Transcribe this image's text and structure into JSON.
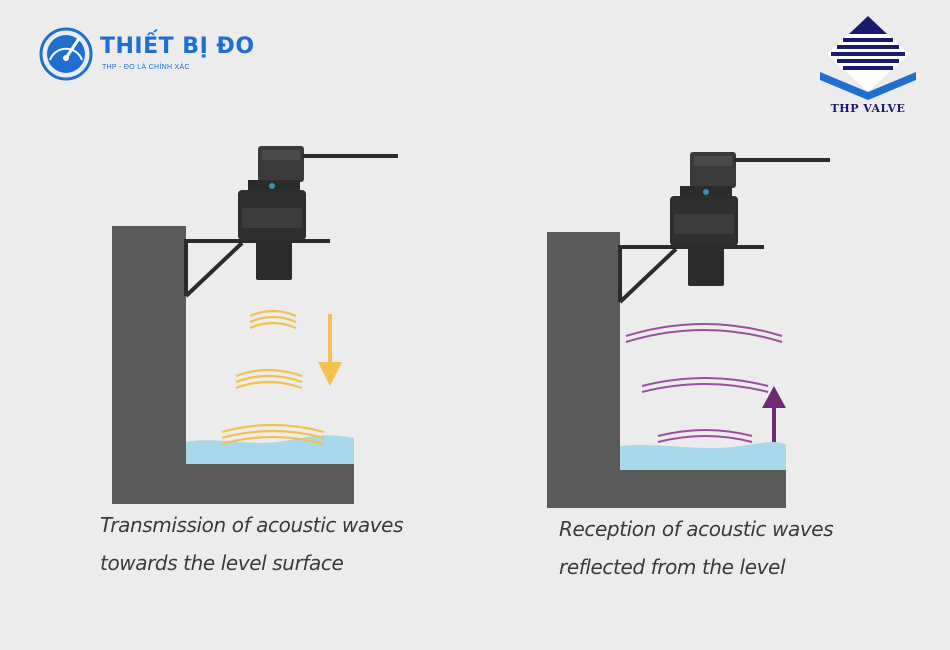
{
  "logo_left": {
    "brand": "THIẾT BỊ ĐO",
    "tagline": "THP - ĐO LÀ CHÍNH XÁC",
    "icon": "gauge-icon",
    "color": "#1f6fd0"
  },
  "logo_right": {
    "text": "THP VALVE",
    "icon": "diamond-stripes-icon",
    "color": "#1a1a6e"
  },
  "colors": {
    "wall": "#5a5a5a",
    "water": "#a8d8ea",
    "transmit_wave": "#f2c14e",
    "transmit_arrow": "#f2c14e",
    "receive_wave": "#9b4f9e",
    "receive_arrow": "#6e2a72",
    "sensor": "#2b2b2b"
  },
  "panels": [
    {
      "caption_line1": "Transmission of acoustic waves",
      "caption_line2": "towards the level surface",
      "arrow_direction": "down"
    },
    {
      "caption_line1": "Reception of acoustic waves",
      "caption_line2": "reflected from the level",
      "arrow_direction": "up"
    }
  ]
}
